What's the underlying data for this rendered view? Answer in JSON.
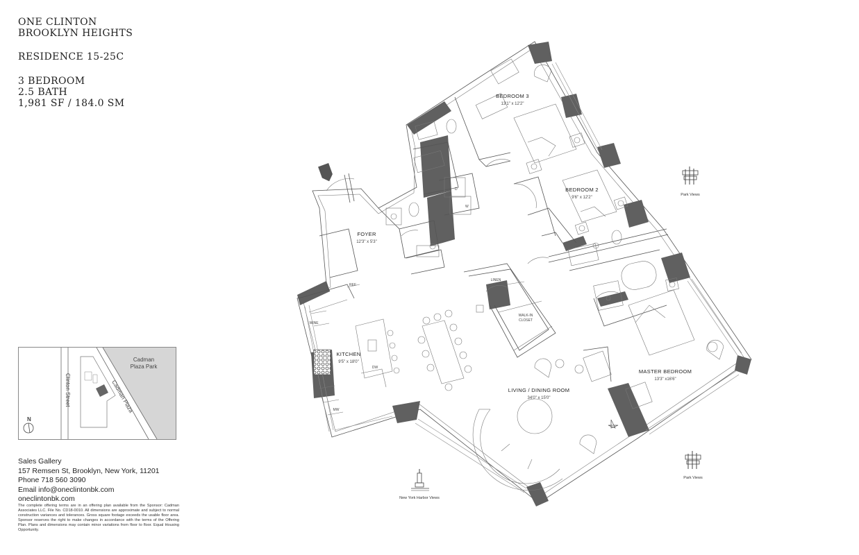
{
  "header": {
    "building": "ONE CLINTON",
    "neighborhood": "BROOKLYN HEIGHTS",
    "residence": "RESIDENCE 15-25C",
    "bedrooms": "3 BEDROOM",
    "baths": "2.5 BATH",
    "area": "1,981 SF / 184.0 SM"
  },
  "location_map": {
    "park": "Cadman\nPlaza Park",
    "park_line1": "Cadman",
    "park_line2": "Plaza Park",
    "street1": "Clinton Street",
    "street2": "Cadman Plaza",
    "north": "N"
  },
  "contact": {
    "title": "Sales Gallery",
    "address": "157 Remsen St, Brooklyn, New York, 11201",
    "phone": "Phone 718 560 3090",
    "email": "Email info@oneclintonbk.com",
    "website": "oneclintonbk.com"
  },
  "disclaimer": "The complete offering terms are in an offering plan available from the Sponsor: Cadman Associates LLC. File No. CD18-0010. All dimensions are approximate and subject to normal construction variances and tolerances. Gross square footage exceeds the usable floor area. Sponsor reserves the right to make changes in accordance with the terms of the Offering Plan. Plans and dimensions may contain minor variations from floor to floor. Equal Housing Opportunity.",
  "rooms": {
    "bedroom3": {
      "name": "BEDROOM 3",
      "dims": "13'1\" x 12'2\""
    },
    "bedroom2": {
      "name": "BEDROOM 2",
      "dims": "9'6\" x 12'2\""
    },
    "foyer": {
      "name": "FOYER",
      "dims": "12'3\" x 5'3\""
    },
    "kitchen": {
      "name": "KITCHEN",
      "dims": "9'5\" x 18'0\""
    },
    "living": {
      "name": "LIVING / DINING ROOM",
      "dims": "34'0\" x 15'0\""
    },
    "master": {
      "name": "MASTER BEDROOM",
      "dims": "13'3\" x16'6\""
    },
    "closet_line1": "WALK-IN",
    "closet_line2": "CLOSET",
    "linen": "LINEN",
    "ref": "REF",
    "wine": "WINE",
    "dw": "DW",
    "mw": "MW",
    "d": "D",
    "w": "W"
  },
  "views": {
    "park_top": "Park Views",
    "park_bottom": "Park Views",
    "harbor": "New York Harbor Views"
  }
}
